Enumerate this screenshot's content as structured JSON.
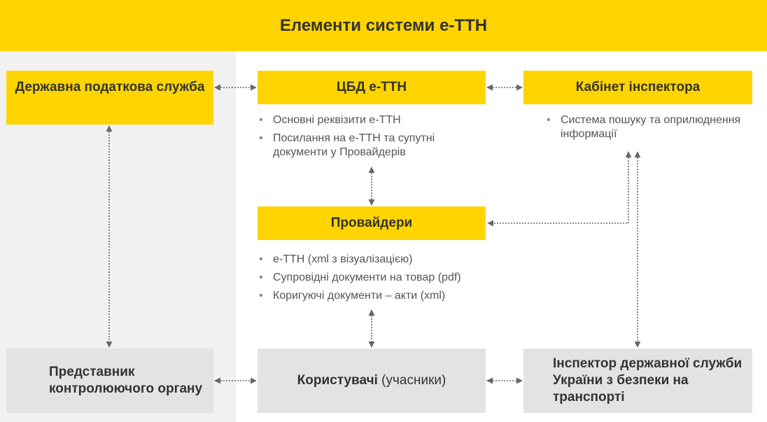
{
  "title": "Елементи системи е-ТТН",
  "nodes": {
    "tax_service": "Державна податкова служба",
    "cbd": "ЦБД е-ТТН",
    "inspector_cabinet": "Кабінет інспектора",
    "providers": "Провайдери",
    "control_representative": "Представник контролюючого органу",
    "users_label": "Користувачі",
    "users_note": "(учасники)",
    "transport_inspector": "Інспектор державної служби України з безпеки на транспорті"
  },
  "cbd_items": [
    "Основні реквізити е-ТТН",
    "Посилання на е-ТТН та супутні документи у Провайдерів"
  ],
  "inspector_cabinet_items": [
    "Система пошуку та оприлюднення інформації"
  ],
  "provider_items": [
    "е-ТТН (xml з візуалізацією)",
    "Супровідні документи на товар (pdf)",
    "Коригуючі документи – акти (xml)"
  ],
  "colors": {
    "accent_yellow": "#FFD400",
    "grey_box": "#E3E3E3",
    "panel_grey": "#F1F1F1",
    "connector": "#666666"
  }
}
